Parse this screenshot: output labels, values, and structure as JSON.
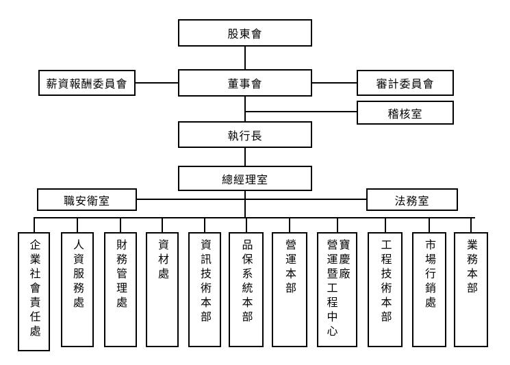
{
  "shareholders": "股東會",
  "board": "董事會",
  "compensation_committee": "薪資報酬委員會",
  "audit_committee": "審計委員會",
  "audit_office": "稽核室",
  "ceo": "執行長",
  "gm_office": "總經理室",
  "safety_office": "職安衛室",
  "legal_office": "法務室",
  "departments": [
    {
      "name": "企業社會責任處"
    },
    {
      "name": "人資服務處"
    },
    {
      "name": "財務管理處"
    },
    {
      "name": "資材處"
    },
    {
      "name": "資訊技術本部"
    },
    {
      "name": "品保系統本部"
    },
    {
      "name": "營運本部"
    },
    {
      "col1": "寶慶廠",
      "col2": "營運暨工程中心"
    },
    {
      "name": "工程技術本部"
    },
    {
      "name": "市場行銷處"
    },
    {
      "name": "業務本部"
    }
  ]
}
